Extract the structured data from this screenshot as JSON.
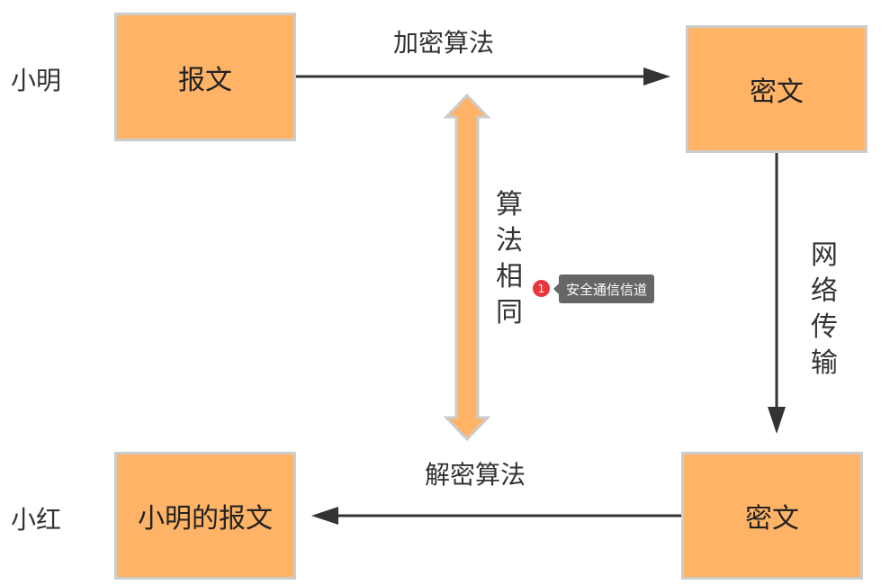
{
  "actors": {
    "sender": "小明",
    "receiver": "小红"
  },
  "boxes": {
    "plaintext": "报文",
    "ciphertext_top": "密文",
    "ciphertext_bottom": "密文",
    "received": "小明的报文"
  },
  "edges": {
    "encrypt": "加密算法",
    "decrypt": "解密算法",
    "network": "网络传输",
    "same_algorithm": "算法相同"
  },
  "annotation": {
    "badge": "1",
    "text": "安全通信信道"
  },
  "colors": {
    "box_fill": "#ffb366",
    "box_border": "#cccccc",
    "arrow": "#333333",
    "badge": "#e8363c"
  }
}
